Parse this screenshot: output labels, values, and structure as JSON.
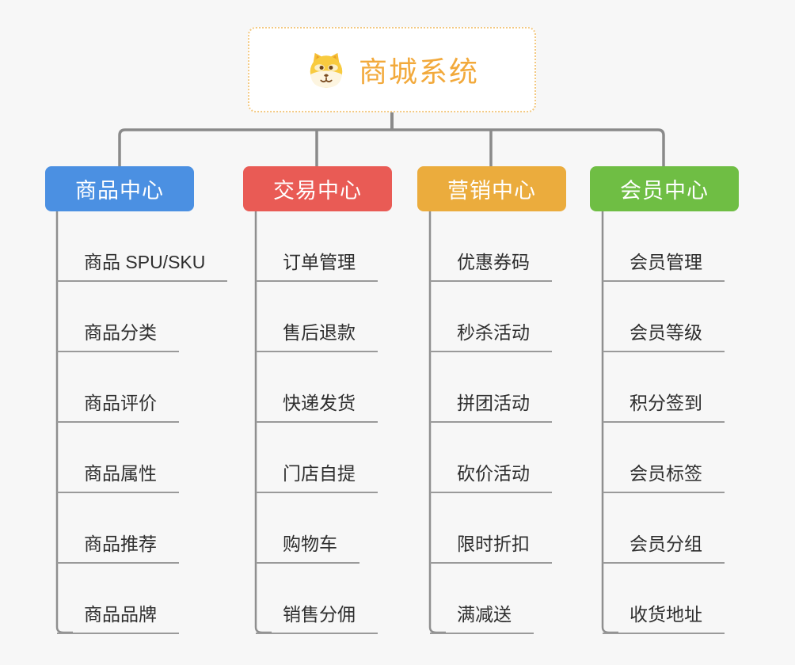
{
  "root": {
    "title": "商城系统",
    "title_color": "#F2A93B",
    "border_color": "#F3C982",
    "icon": "dog-icon"
  },
  "connector_color": "#8A8A8A",
  "underline_color": "#9A9A9A",
  "branches": [
    {
      "label": "商品中心",
      "color": "#4B90E2",
      "children": [
        "商品 SPU/SKU",
        "商品分类",
        "商品评价",
        "商品属性",
        "商品推荐",
        "商品品牌"
      ]
    },
    {
      "label": "交易中心",
      "color": "#E95B55",
      "children": [
        "订单管理",
        "售后退款",
        "快递发货",
        "门店自提",
        "购物车",
        "销售分佣"
      ]
    },
    {
      "label": "营销中心",
      "color": "#EBAC3D",
      "children": [
        "优惠券码",
        "秒杀活动",
        "拼团活动",
        "砍价活动",
        "限时折扣",
        "满减送"
      ]
    },
    {
      "label": "会员中心",
      "color": "#6FBE44",
      "children": [
        "会员管理",
        "会员等级",
        "积分签到",
        "会员标签",
        "会员分组",
        "收货地址"
      ]
    }
  ]
}
